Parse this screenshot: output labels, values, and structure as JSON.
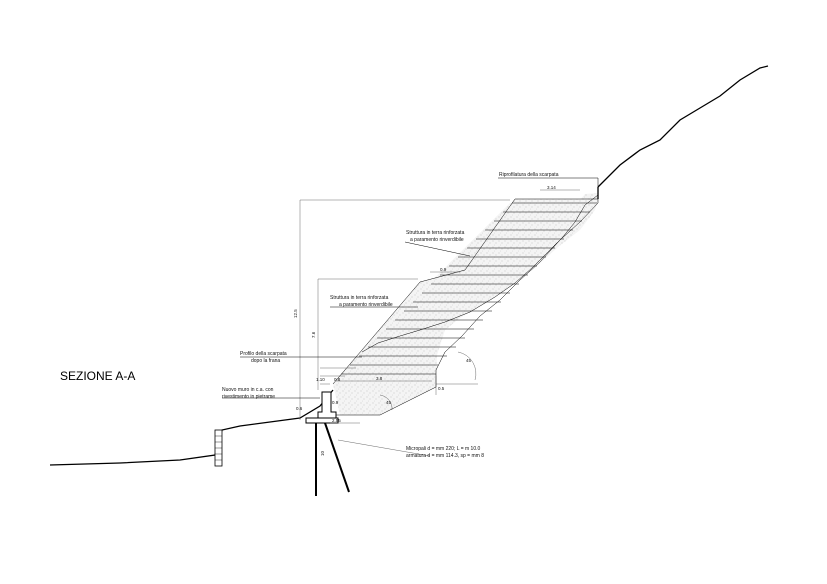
{
  "section_title": "SEZIONE A-A",
  "labels": {
    "riprofilatura": "Riprofilatura della scarpata",
    "struttura_top_1": "Struttura in terra rinforzata",
    "struttura_top_2": "a paramento rinverdibile",
    "struttura_mid_1": "Struttura in terra rinforzata",
    "struttura_mid_2": "a paramento rinverdibile",
    "profilo_1": "Profilo della scarpata",
    "profilo_2": "dopo la frana",
    "muro_1": "Nuovo muro in c.a. con",
    "muro_2": "rivestimento in pietrame",
    "micropali_1": "Micropali d = mm 220; L = m 10.0",
    "micropali_2": "armatura d = mm 114.3, sp = mm 8"
  },
  "dimensions": {
    "top_width": "3.14",
    "upper_width": "0.9",
    "lower_width": "3.8",
    "base_width": "2.55",
    "total_height": "12.5",
    "mid_height": "7.6",
    "step_a": "1.10",
    "step_b": "0.8",
    "step_c": "0.6",
    "step_d": "0.5",
    "wall_h": "0.9",
    "angle_upper": "45",
    "angle_lower": "45",
    "micropile_len": "10"
  }
}
